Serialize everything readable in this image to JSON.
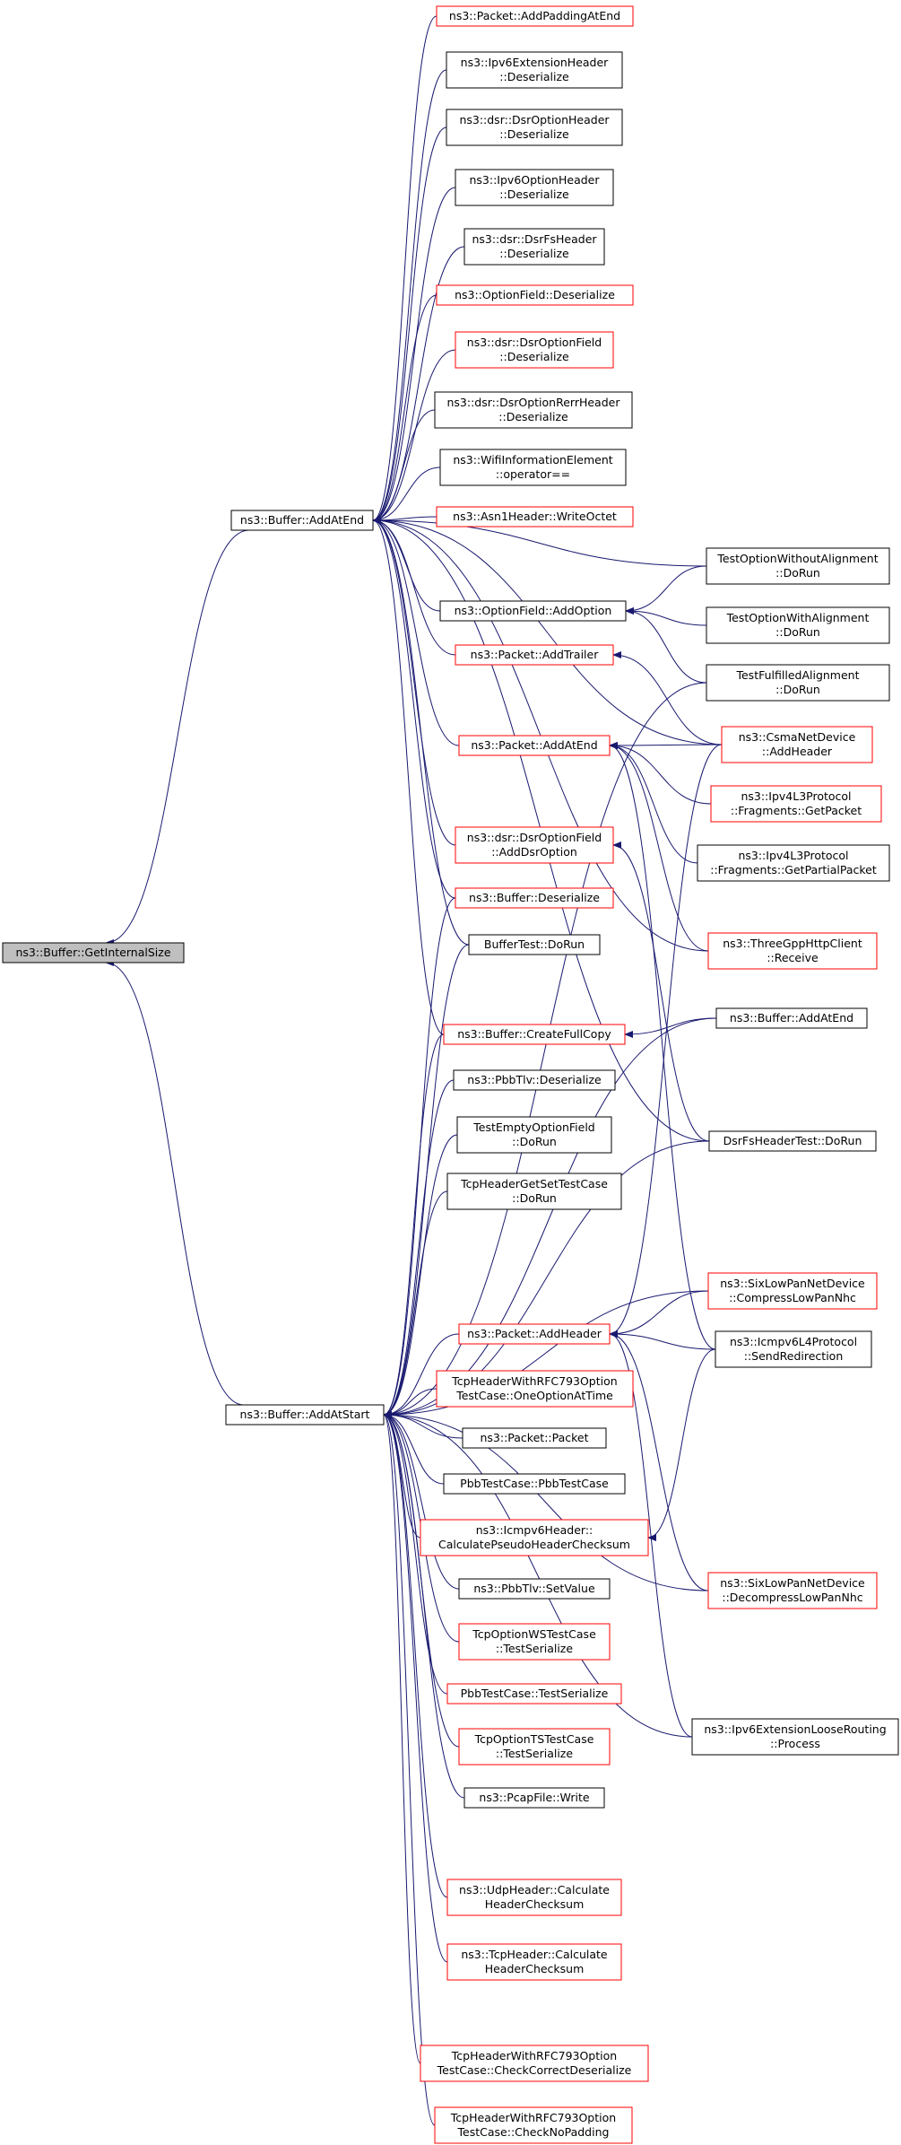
{
  "colors": {
    "edge": "#191970",
    "black_border": "#000000",
    "red_border": "#ff0000",
    "root_fill": "#bfbfbf",
    "node_fill": "#ffffff"
  },
  "nodes": {
    "root": {
      "lines": [
        "ns3::Buffer::GetInternalSize"
      ],
      "border": "root"
    },
    "addAtEnd": {
      "lines": [
        "ns3::Buffer::AddAtEnd"
      ],
      "border": "black"
    },
    "addAtStart": {
      "lines": [
        "ns3::Buffer::AddAtStart"
      ],
      "border": "black"
    },
    "n1": {
      "lines": [
        "ns3::Packet::AddPaddingAtEnd"
      ],
      "border": "red"
    },
    "n2": {
      "lines": [
        "ns3::Ipv6ExtensionHeader",
        "::Deserialize"
      ],
      "border": "black"
    },
    "n3": {
      "lines": [
        "ns3::dsr::DsrOptionHeader",
        "::Deserialize"
      ],
      "border": "black"
    },
    "n4": {
      "lines": [
        "ns3::Ipv6OptionHeader",
        "::Deserialize"
      ],
      "border": "black"
    },
    "n5": {
      "lines": [
        "ns3::dsr::DsrFsHeader",
        "::Deserialize"
      ],
      "border": "black"
    },
    "n6": {
      "lines": [
        "ns3::OptionField::Deserialize"
      ],
      "border": "red"
    },
    "n7": {
      "lines": [
        "ns3::dsr::DsrOptionField",
        "::Deserialize"
      ],
      "border": "red"
    },
    "n8": {
      "lines": [
        "ns3::dsr::DsrOptionRerrHeader",
        "::Deserialize"
      ],
      "border": "black"
    },
    "n9": {
      "lines": [
        "ns3::WifiInformationElement",
        "::operator=="
      ],
      "border": "black"
    },
    "n10": {
      "lines": [
        "ns3::Asn1Header::WriteOctet"
      ],
      "border": "red"
    },
    "n11": {
      "lines": [
        "ns3::OptionField::AddOption"
      ],
      "border": "black"
    },
    "n12": {
      "lines": [
        "ns3::Packet::AddTrailer"
      ],
      "border": "red"
    },
    "n13": {
      "lines": [
        "ns3::Packet::AddAtEnd"
      ],
      "border": "red"
    },
    "n14": {
      "lines": [
        "ns3::dsr::DsrOptionField",
        "::AddDsrOption"
      ],
      "border": "red"
    },
    "n15": {
      "lines": [
        "ns3::Buffer::Deserialize"
      ],
      "border": "red"
    },
    "n16": {
      "lines": [
        "BufferTest::DoRun"
      ],
      "border": "black"
    },
    "n17": {
      "lines": [
        "ns3::Buffer::CreateFullCopy"
      ],
      "border": "red"
    },
    "n18": {
      "lines": [
        "ns3::PbbTlv::Deserialize"
      ],
      "border": "black"
    },
    "n19": {
      "lines": [
        "TestEmptyOptionField",
        "::DoRun"
      ],
      "border": "black"
    },
    "n20": {
      "lines": [
        "TcpHeaderGetSetTestCase",
        "::DoRun"
      ],
      "border": "black"
    },
    "n21": {
      "lines": [
        "ns3::Packet::AddHeader"
      ],
      "border": "red"
    },
    "n22": {
      "lines": [
        "TcpHeaderWithRFC793Option",
        "TestCase::OneOptionAtTime"
      ],
      "border": "red"
    },
    "n23": {
      "lines": [
        "ns3::Packet::Packet"
      ],
      "border": "black"
    },
    "n24": {
      "lines": [
        "PbbTestCase::PbbTestCase"
      ],
      "border": "black"
    },
    "n25": {
      "lines": [
        "ns3::Icmpv6Header::",
        "CalculatePseudoHeaderChecksum"
      ],
      "border": "red"
    },
    "n26": {
      "lines": [
        "ns3::PbbTlv::SetValue"
      ],
      "border": "black"
    },
    "n27": {
      "lines": [
        "TcpOptionWSTestCase",
        "::TestSerialize"
      ],
      "border": "red"
    },
    "n28": {
      "lines": [
        "PbbTestCase::TestSerialize"
      ],
      "border": "red"
    },
    "n29": {
      "lines": [
        "TcpOptionTSTestCase",
        "::TestSerialize"
      ],
      "border": "red"
    },
    "n30": {
      "lines": [
        "ns3::PcapFile::Write"
      ],
      "border": "black"
    },
    "n31": {
      "lines": [
        "ns3::UdpHeader::Calculate",
        "HeaderChecksum"
      ],
      "border": "red"
    },
    "n32": {
      "lines": [
        "ns3::TcpHeader::Calculate",
        "HeaderChecksum"
      ],
      "border": "red"
    },
    "n33": {
      "lines": [
        "TcpHeaderWithRFC793Option",
        "TestCase::CheckCorrectDeserialize"
      ],
      "border": "red"
    },
    "n34": {
      "lines": [
        "TcpHeaderWithRFC793Option",
        "TestCase::CheckNoPadding"
      ],
      "border": "red"
    },
    "r1": {
      "lines": [
        "TestOptionWithoutAlignment",
        "::DoRun"
      ],
      "border": "black"
    },
    "r2": {
      "lines": [
        "TestOptionWithAlignment",
        "::DoRun"
      ],
      "border": "black"
    },
    "r3": {
      "lines": [
        "TestFulfilledAlignment",
        "::DoRun"
      ],
      "border": "black"
    },
    "r4": {
      "lines": [
        "ns3::CsmaNetDevice",
        "::AddHeader"
      ],
      "border": "red"
    },
    "r5": {
      "lines": [
        "ns3::Ipv4L3Protocol",
        "::Fragments::GetPacket"
      ],
      "border": "red"
    },
    "r6": {
      "lines": [
        "ns3::Ipv4L3Protocol",
        "::Fragments::GetPartialPacket"
      ],
      "border": "black"
    },
    "r7": {
      "lines": [
        "ns3::ThreeGppHttpClient",
        "::Receive"
      ],
      "border": "red"
    },
    "r8": {
      "lines": [
        "ns3::Buffer::AddAtEnd"
      ],
      "border": "black"
    },
    "r9": {
      "lines": [
        "DsrFsHeaderTest::DoRun"
      ],
      "border": "black"
    },
    "r10": {
      "lines": [
        "ns3::SixLowPanNetDevice",
        "::CompressLowPanNhc"
      ],
      "border": "red"
    },
    "r11": {
      "lines": [
        "ns3::Icmpv6L4Protocol",
        "::SendRedirection"
      ],
      "border": "black"
    },
    "r12": {
      "lines": [
        "ns3::SixLowPanNetDevice",
        "::DecompressLowPanNhc"
      ],
      "border": "red"
    },
    "r13": {
      "lines": [
        "ns3::Ipv6ExtensionLooseRouting",
        "::Process"
      ],
      "border": "black"
    }
  },
  "edges": [
    [
      "addAtEnd",
      "root"
    ],
    [
      "addAtStart",
      "root"
    ],
    [
      "n1",
      "addAtEnd"
    ],
    [
      "n2",
      "addAtEnd"
    ],
    [
      "n3",
      "addAtEnd"
    ],
    [
      "n4",
      "addAtEnd"
    ],
    [
      "n5",
      "addAtEnd"
    ],
    [
      "n6",
      "addAtEnd"
    ],
    [
      "n7",
      "addAtEnd"
    ],
    [
      "n8",
      "addAtEnd"
    ],
    [
      "n9",
      "addAtEnd"
    ],
    [
      "n10",
      "addAtEnd"
    ],
    [
      "n11",
      "addAtEnd"
    ],
    [
      "n12",
      "addAtEnd"
    ],
    [
      "n13",
      "addAtEnd"
    ],
    [
      "n14",
      "addAtEnd"
    ],
    [
      "n15",
      "addAtEnd"
    ],
    [
      "n16",
      "addAtEnd"
    ],
    [
      "n17",
      "addAtEnd"
    ],
    [
      "r1",
      "addAtEnd"
    ],
    [
      "r4",
      "addAtEnd"
    ],
    [
      "r7",
      "addAtEnd"
    ],
    [
      "r9",
      "addAtEnd"
    ],
    [
      "r1",
      "n11"
    ],
    [
      "r2",
      "n11"
    ],
    [
      "r3",
      "n11"
    ],
    [
      "r4",
      "n12"
    ],
    [
      "r4",
      "n13"
    ],
    [
      "r5",
      "n13"
    ],
    [
      "r6",
      "n13"
    ],
    [
      "r7",
      "n13"
    ],
    [
      "r11",
      "n13"
    ],
    [
      "r9",
      "n14"
    ],
    [
      "r8",
      "n17"
    ],
    [
      "r10",
      "n21"
    ],
    [
      "r11",
      "n21"
    ],
    [
      "r12",
      "n21"
    ],
    [
      "r13",
      "n21"
    ],
    [
      "r4",
      "n21"
    ],
    [
      "r11",
      "n25"
    ],
    [
      "n15",
      "addAtStart"
    ],
    [
      "n16",
      "addAtStart"
    ],
    [
      "n17",
      "addAtStart"
    ],
    [
      "n18",
      "addAtStart"
    ],
    [
      "n19",
      "addAtStart"
    ],
    [
      "n20",
      "addAtStart"
    ],
    [
      "n21",
      "addAtStart"
    ],
    [
      "n22",
      "addAtStart"
    ],
    [
      "n23",
      "addAtStart"
    ],
    [
      "n24",
      "addAtStart"
    ],
    [
      "n25",
      "addAtStart"
    ],
    [
      "n26",
      "addAtStart"
    ],
    [
      "n27",
      "addAtStart"
    ],
    [
      "n28",
      "addAtStart"
    ],
    [
      "n29",
      "addAtStart"
    ],
    [
      "n30",
      "addAtStart"
    ],
    [
      "n31",
      "addAtStart"
    ],
    [
      "n32",
      "addAtStart"
    ],
    [
      "n33",
      "addAtStart"
    ],
    [
      "n34",
      "addAtStart"
    ],
    [
      "r3",
      "addAtStart"
    ],
    [
      "r9",
      "addAtStart"
    ],
    [
      "r10",
      "addAtStart"
    ],
    [
      "r12",
      "addAtStart"
    ],
    [
      "r13",
      "addAtStart"
    ],
    [
      "r8",
      "addAtStart"
    ]
  ]
}
